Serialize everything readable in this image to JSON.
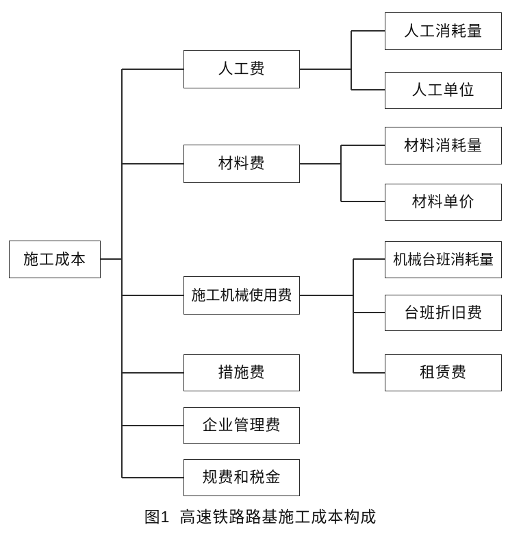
{
  "figure": {
    "caption_number": "图1",
    "caption_text": "高速铁路路基施工成本构成"
  },
  "root": {
    "label": "施工成本"
  },
  "level2": [
    {
      "id": "labor",
      "label": "人工费"
    },
    {
      "id": "material",
      "label": "材料费"
    },
    {
      "id": "machinery",
      "label": "施工机械使用费"
    },
    {
      "id": "measures",
      "label": "措施费"
    },
    {
      "id": "management",
      "label": "企业管理费"
    },
    {
      "id": "fees_tax",
      "label": "规费和税金"
    }
  ],
  "level3": {
    "labor": [
      {
        "label": "人工消耗量"
      },
      {
        "label": "人工单位"
      }
    ],
    "material": [
      {
        "label": "材料消耗量"
      },
      {
        "label": "材料单价"
      }
    ],
    "machinery": [
      {
        "label": "机械台班消耗量"
      },
      {
        "label": "台班折旧费"
      },
      {
        "label": "租赁费"
      }
    ]
  },
  "style": {
    "line_color": "#2b2b2b",
    "box_border": "#2b2b2b",
    "background": "#ffffff",
    "text_color": "#111111"
  }
}
